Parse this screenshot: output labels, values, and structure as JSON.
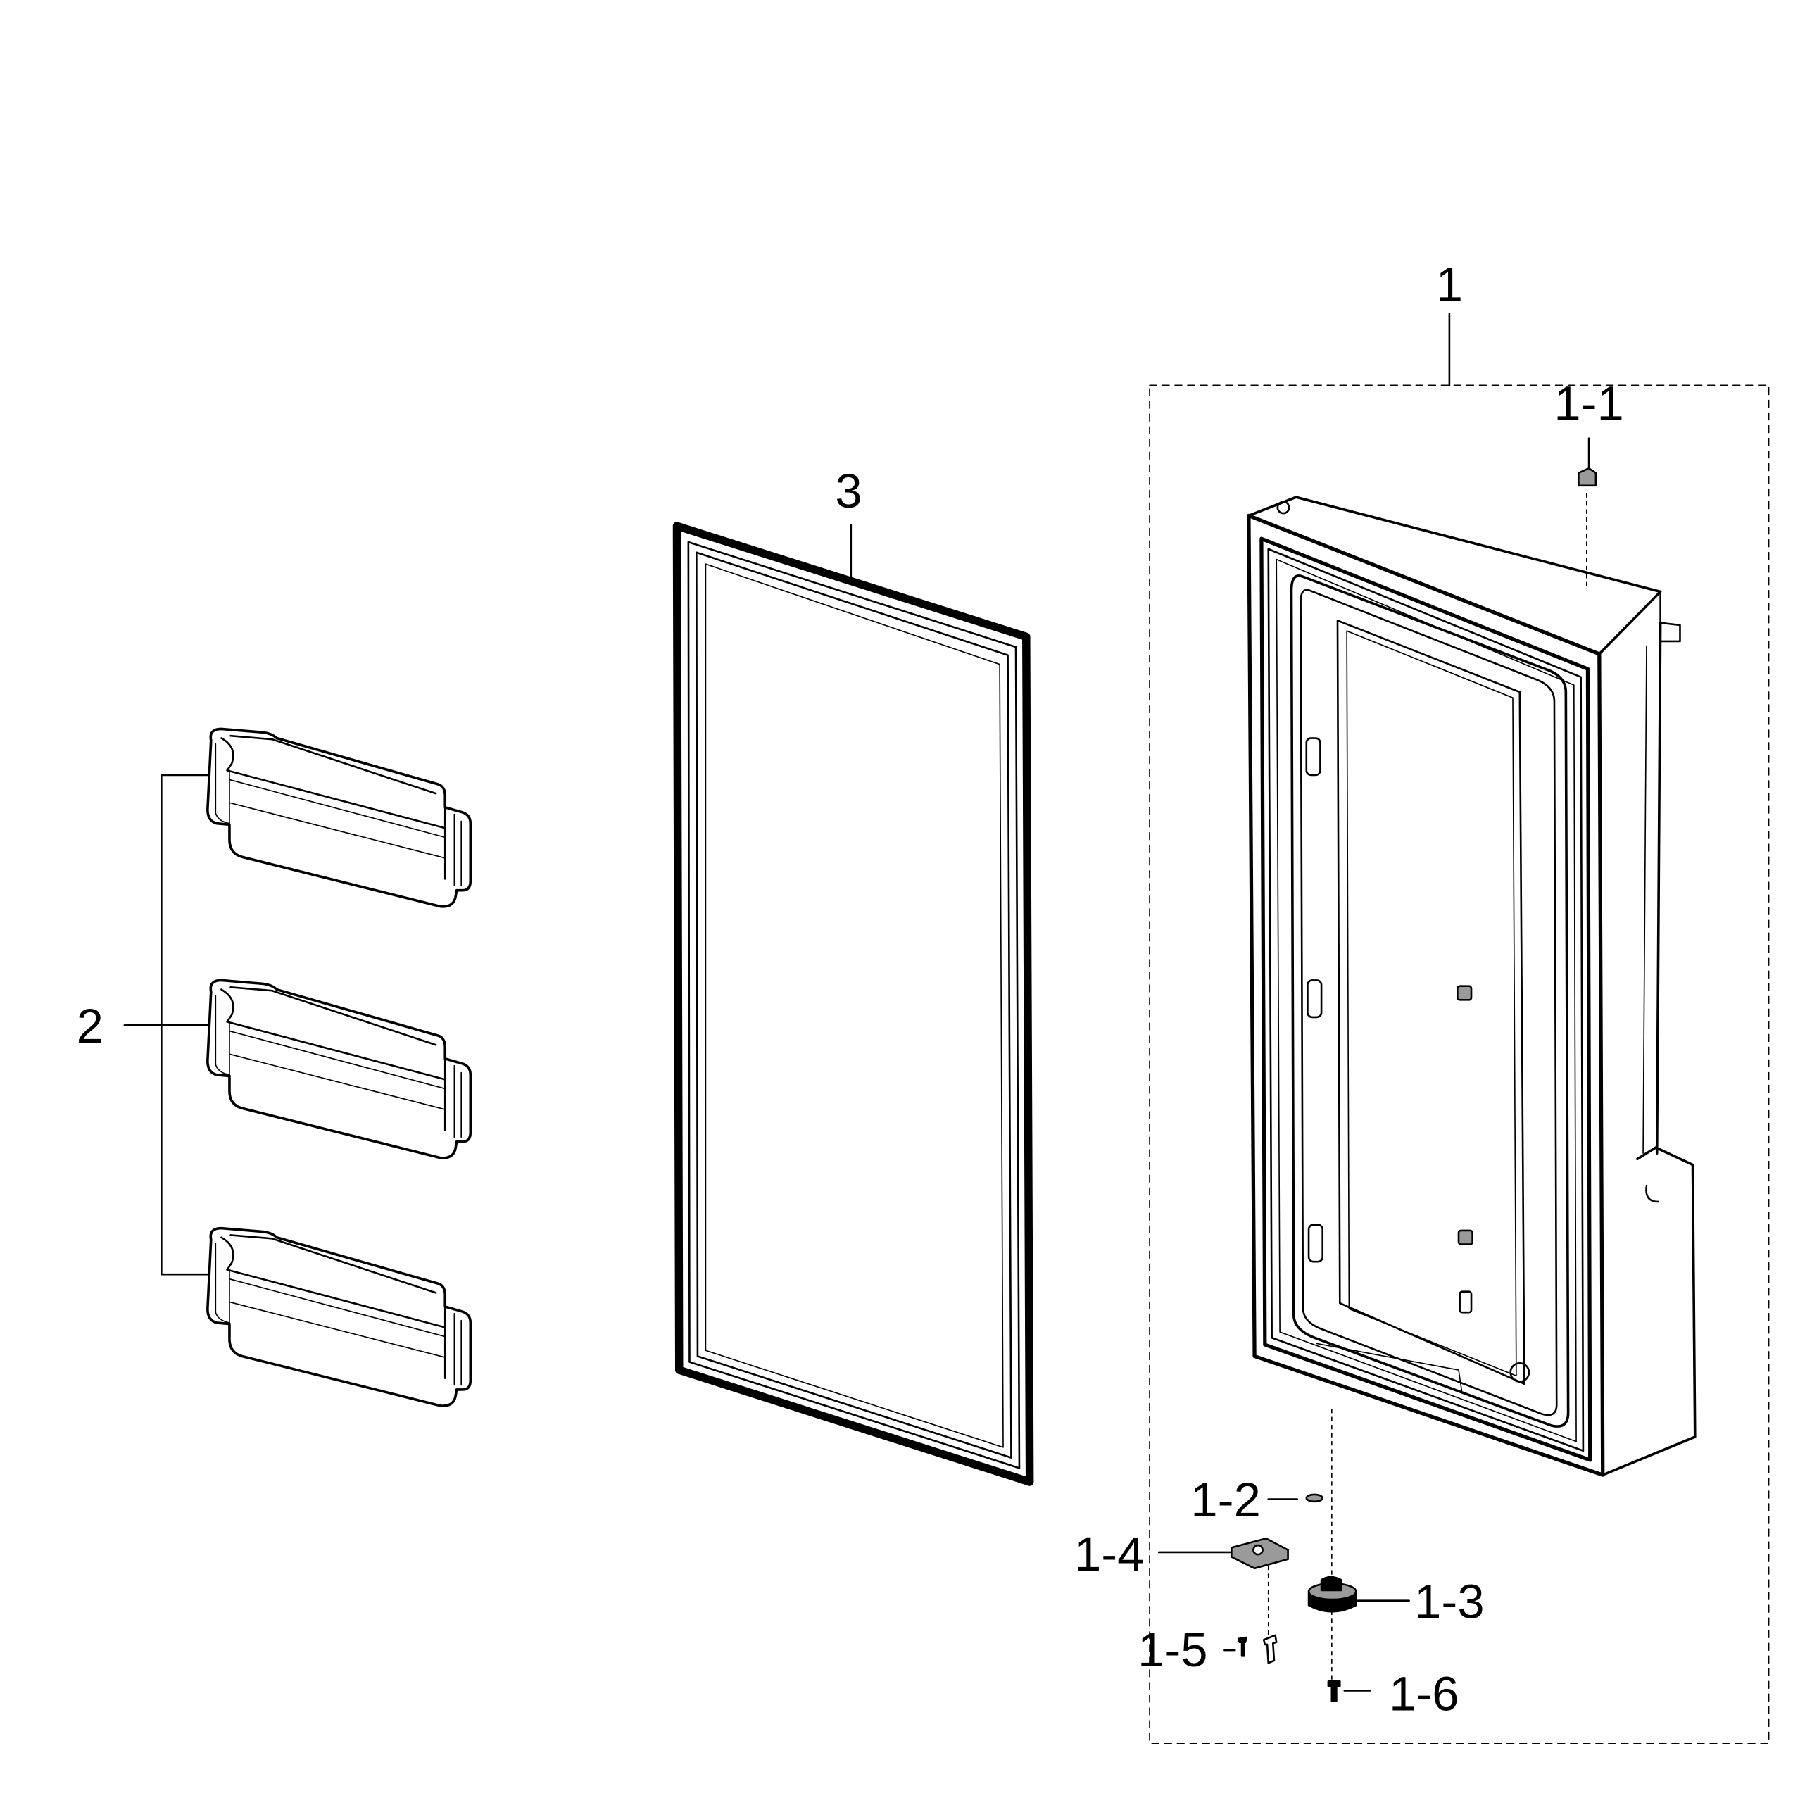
{
  "labels": {
    "door_assembly": "1",
    "part_1_1": "1-1",
    "part_1_2": "1-2",
    "part_1_3": "1-3",
    "part_1_4": "1-4",
    "part_1_5": "1-5",
    "part_1_6": "1-6",
    "door_bins": "2",
    "gasket": "3"
  },
  "colors": {
    "line": "#000000",
    "background": "#ffffff"
  }
}
